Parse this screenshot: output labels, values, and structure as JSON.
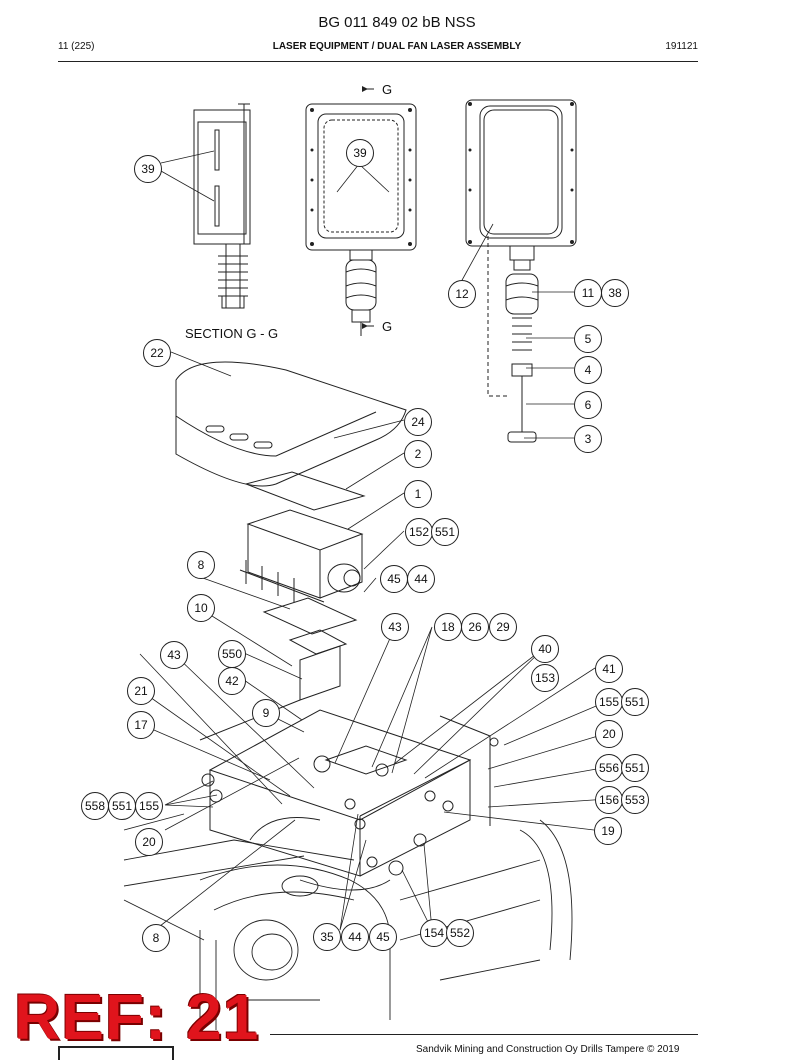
{
  "header": {
    "doc_number": "BG 011 849 02 bB NSS",
    "page": "11 (225)",
    "subtitle": "LASER EQUIPMENT / DUAL FAN LASER ASSEMBLY",
    "date_code": "191121"
  },
  "section": {
    "label": "SECTION G - G",
    "marker_top": "G",
    "marker_bottom": "G"
  },
  "callouts": [
    "39",
    "39",
    "12",
    "11",
    "38",
    "5",
    "4",
    "6",
    "3",
    "22",
    "24",
    "2",
    "1",
    "152",
    "551",
    "8",
    "45",
    "44",
    "10",
    "43",
    "18",
    "26",
    "29",
    "40",
    "43",
    "550",
    "153",
    "41",
    "42",
    "21",
    "9",
    "155",
    "551",
    "17",
    "20",
    "556",
    "551",
    "558",
    "551",
    "155",
    "156",
    "553",
    "19",
    "20",
    "8",
    "35",
    "44",
    "45",
    "154",
    "552"
  ],
  "ref_label": "REF: 21",
  "footer": {
    "copyright": "Sandvik Mining and Construction Oy Drills Tampere © 2019"
  }
}
